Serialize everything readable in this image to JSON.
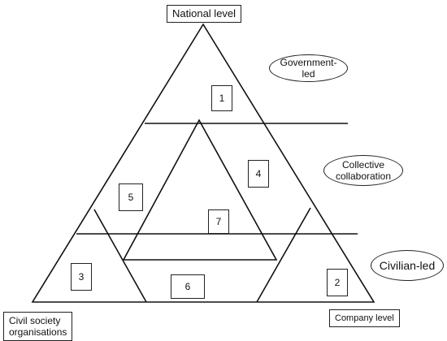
{
  "labels": {
    "top": "National level",
    "bottom_left_line1": "Civil society",
    "bottom_left_line2": "organisations",
    "bottom_right": "Company level"
  },
  "ovals": {
    "government": "Government-led",
    "collective_line1": "Collective",
    "collective_line2": "collaboration",
    "civilian": "Civilian-led"
  },
  "zones": [
    "1",
    "2",
    "3",
    "4",
    "5",
    "6",
    "7"
  ]
}
